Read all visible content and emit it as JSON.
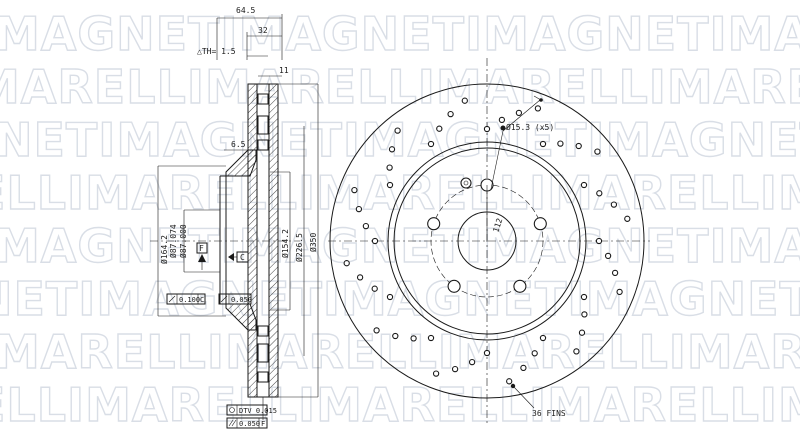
{
  "watermark": {
    "rows": [
      "MAGNETIMAGNETIMAGNETIMAGNETI",
      "MARELLIMARELLIMARELLIMARELLI",
      "NETIMAGNETIMAGNETIMAGNETIMAG",
      "ELLIMARELLIMARELLIMARELLIMAR",
      "MAGNETIMAGNETIMAGNETIMAGNETI",
      "NETIMAGNETIMAGNETIMAGNETIMAG",
      "MARELLIMARELLIMARELLIMARELLI",
      "ELLIMARELLIMARELLIMARELLIMAR"
    ]
  },
  "side_view": {
    "overall_width": "64.5",
    "hat_depth": "32",
    "min_thickness": "△TH= 1.5",
    "thickness_11": "11",
    "flange_65": "6.5",
    "dia_1642": "Ø164.2",
    "dia_87074": "Ø87.074",
    "dia_87000": "Ø87.000",
    "dia_1542": "Ø154.2",
    "dia_2265": "Ø226.5",
    "dia_350": "Ø350",
    "datum_f": "F",
    "datum_c": "C",
    "tol_runout": "0.100",
    "tol_runout_ref": "C",
    "tol_flat": "0.050",
    "dtv": "DTV 0.015",
    "parallel": "0.050",
    "parallel_ref": "F"
  },
  "front_view": {
    "bolt_hole_callout": "Ø15.3 (x5)",
    "pcd": "112",
    "fins": "36 FINS"
  }
}
